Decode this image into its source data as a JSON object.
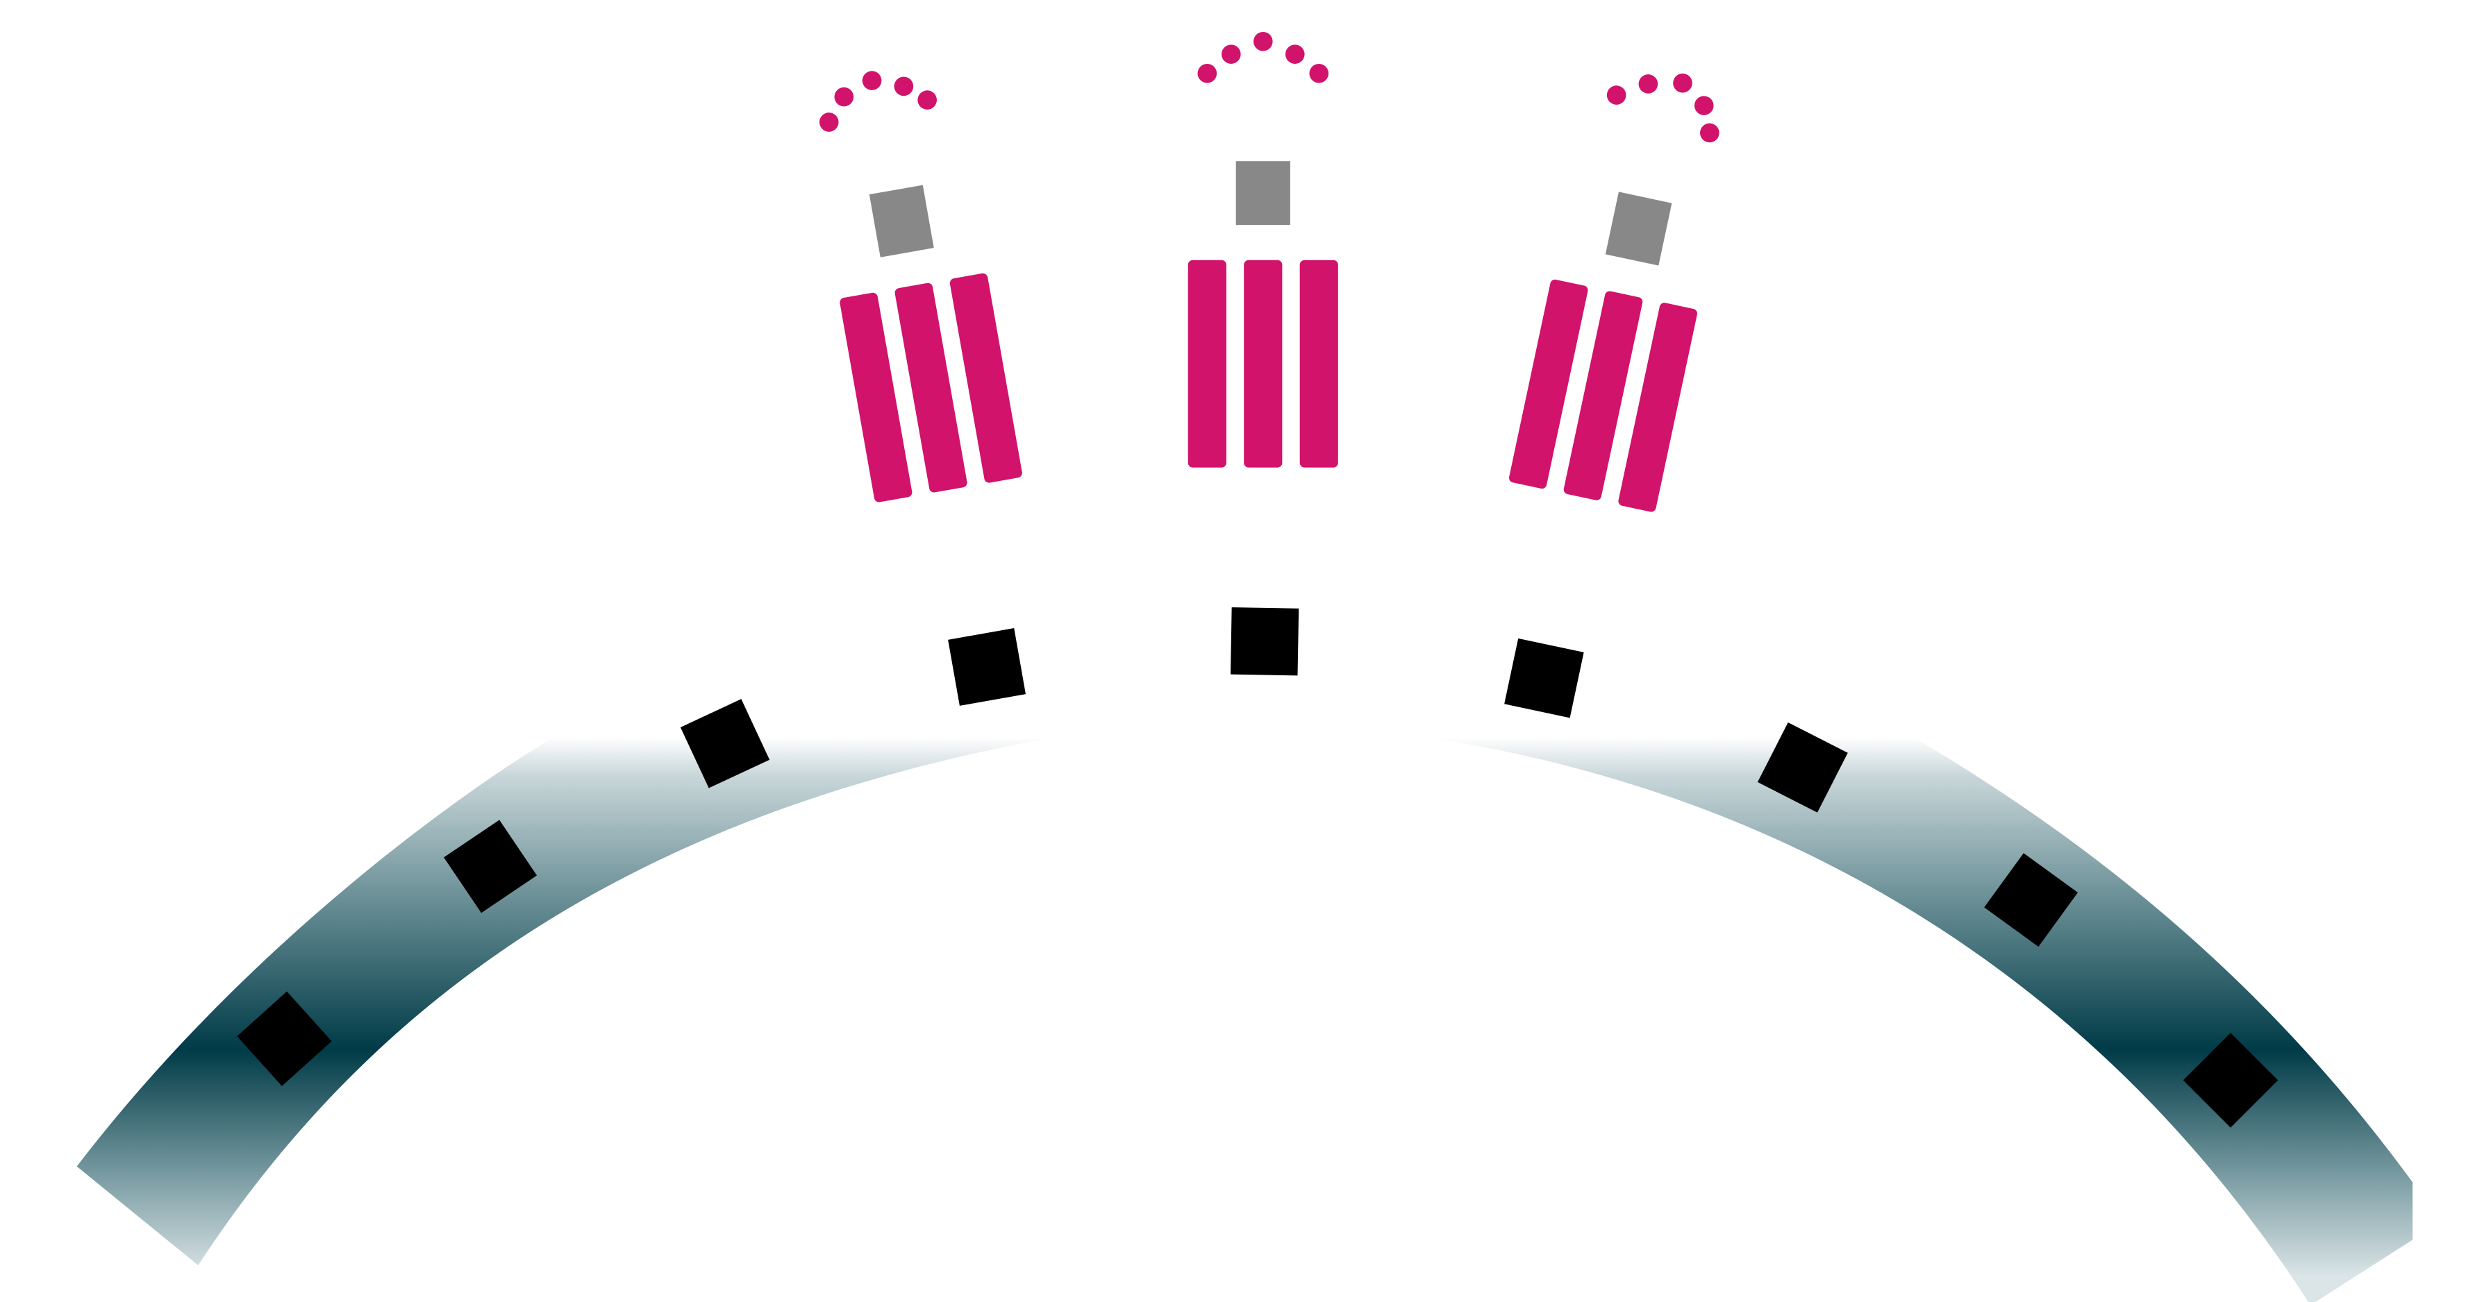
{
  "diagram": {
    "colors": {
      "background": "#ffffff",
      "band_dark": "#003b47",
      "band_light": "#d3dfe1",
      "helix": "#d1136c",
      "vesicle": "#d1136c",
      "ligand": "#888888",
      "site": "#000000"
    },
    "membrane_band": {
      "segments": 2,
      "gradient": "dark-center"
    },
    "receptors": [
      {
        "id": "left",
        "helix_count": 3,
        "vesicle_count": 5,
        "ligand_count": 1
      },
      {
        "id": "center",
        "helix_count": 3,
        "vesicle_count": 5,
        "ligand_count": 1
      },
      {
        "id": "right",
        "helix_count": 3,
        "vesicle_count": 5,
        "ligand_count": 1
      }
    ],
    "binding_site_count": 9
  }
}
